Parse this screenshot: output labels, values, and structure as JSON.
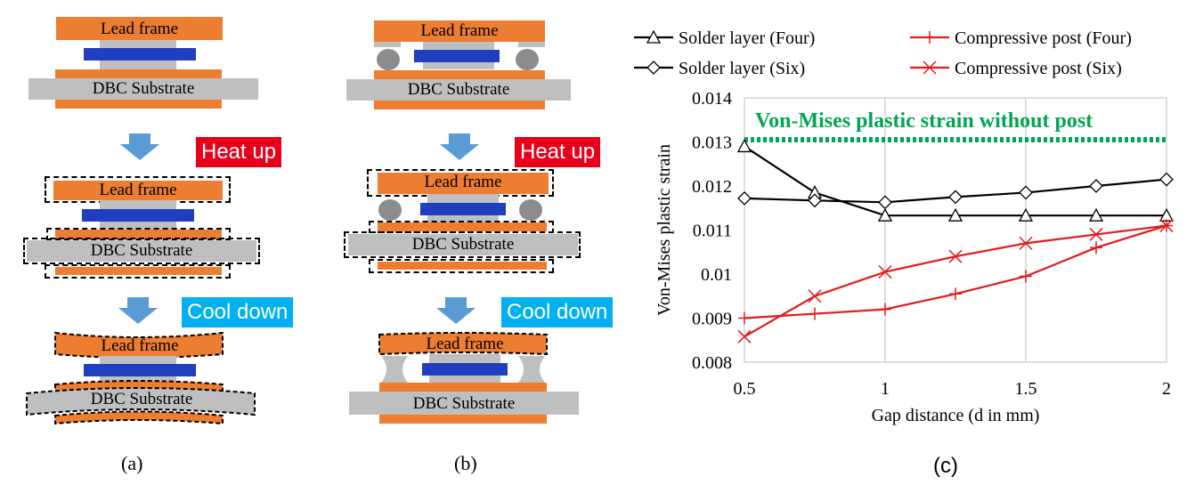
{
  "panel_a": {
    "caption": "(a)",
    "lead_frame": "Lead frame",
    "substrate": "DBC Substrate",
    "heat_up": "Heat up",
    "cool_down": "Cool down"
  },
  "panel_b": {
    "caption": "(b)",
    "lead_frame": "Lead frame",
    "substrate": "DBC Substrate",
    "heat_up": "Heat up",
    "cool_down": "Cool down"
  },
  "panel_c": {
    "caption": "(c)"
  },
  "colors": {
    "copper": "#ed7d31",
    "ceramic": "#bfbfbf",
    "die": "#1f3fbf",
    "heat": "#e8001b",
    "cool": "#00b0f0",
    "reference": "#00a651"
  },
  "chart_data": {
    "type": "line",
    "xlabel": "Gap distance (d in mm)",
    "ylabel": "Von-Mises plastic strain",
    "xlim": [
      0.5,
      2
    ],
    "ylim": [
      0.008,
      0.014
    ],
    "xticks": [
      "0.5",
      "1",
      "1.5",
      "2"
    ],
    "yticks": [
      "0.008",
      "0.009",
      "0.01",
      "0.011",
      "0.012",
      "0.013",
      "0.014"
    ],
    "grid": "vertical",
    "legend_position": "top",
    "reference_line": {
      "label": "Von-Mises plastic strain without post",
      "y": 0.01305,
      "style": "dotted",
      "color": "#00a651"
    },
    "series": [
      {
        "name": "Solder layer (Four)",
        "color": "#000000",
        "marker": "triangle",
        "x": [
          0.5,
          0.75,
          1,
          1.25,
          1.5,
          1.75,
          2
        ],
        "y": [
          0.0129,
          0.01185,
          0.01133,
          0.01133,
          0.01133,
          0.01133,
          0.01133
        ]
      },
      {
        "name": "Solder layer (Six)",
        "color": "#000000",
        "marker": "diamond",
        "x": [
          0.5,
          0.75,
          1,
          1.25,
          1.5,
          1.75,
          2
        ],
        "y": [
          0.01172,
          0.01167,
          0.01163,
          0.01175,
          0.01185,
          0.012,
          0.01215
        ]
      },
      {
        "name": "Compressive post (Four)",
        "color": "#e31a1c",
        "marker": "plus",
        "x": [
          0.5,
          0.75,
          1,
          1.25,
          1.5,
          1.75,
          2
        ],
        "y": [
          0.009,
          0.0091,
          0.0092,
          0.00955,
          0.00995,
          0.0106,
          0.0111
        ]
      },
      {
        "name": "Compressive post (Six)",
        "color": "#e31a1c",
        "marker": "x",
        "x": [
          0.5,
          0.75,
          1,
          1.25,
          1.5,
          1.75,
          2
        ],
        "y": [
          0.00858,
          0.0095,
          0.01005,
          0.0104,
          0.0107,
          0.0109,
          0.0111
        ]
      }
    ]
  }
}
